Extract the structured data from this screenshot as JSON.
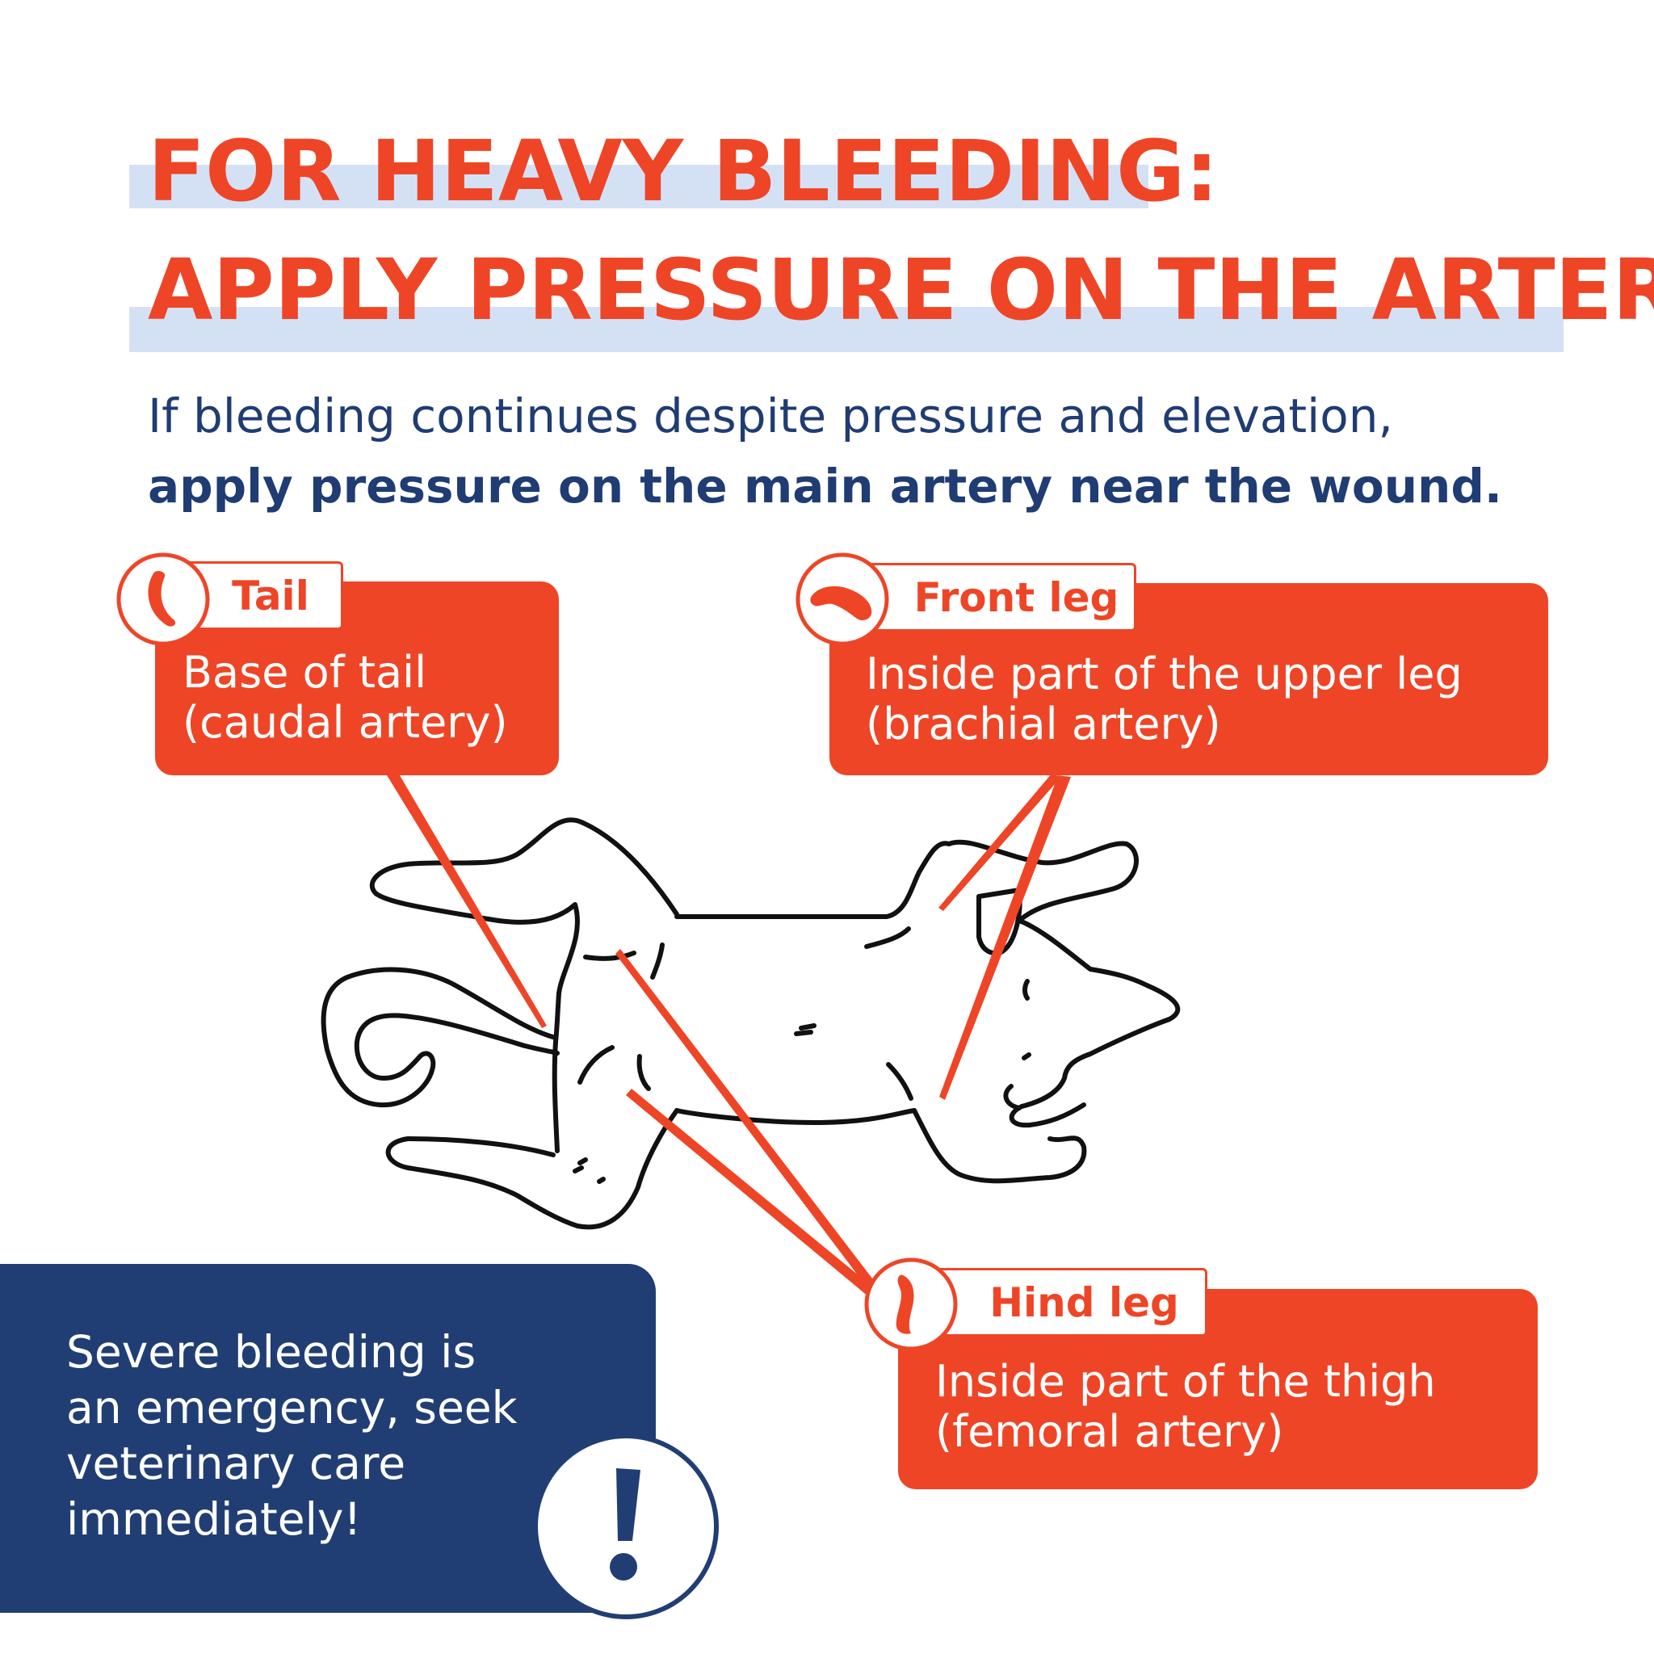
{
  "header": {
    "line1": "FOR HEAVY BLEEDING:",
    "line2": "APPLY PRESSURE ON THE ARTERY"
  },
  "intro": {
    "line1": "If bleeding continues despite pressure and elevation,",
    "line2": "apply pressure on the main artery near the wound."
  },
  "points": {
    "tail": {
      "label": "Tail",
      "line1": "Base of tail",
      "line2": "(caudal artery)"
    },
    "front_leg": {
      "label": "Front leg",
      "line1": "Inside part of the upper leg",
      "line2": "(brachial artery)"
    },
    "hind_leg": {
      "label": "Hind leg",
      "line1": "Inside part of the thigh",
      "line2": "(femoral artery)"
    }
  },
  "warning": {
    "line1": "Severe bleeding is",
    "line2": "an emergency, seek",
    "line3": "veterinary care",
    "line4": "immediately!",
    "icon": "exclamation-icon"
  },
  "colors": {
    "accent": "#ee4527",
    "navy": "#213e74",
    "highlight": "#d4e1f5"
  }
}
